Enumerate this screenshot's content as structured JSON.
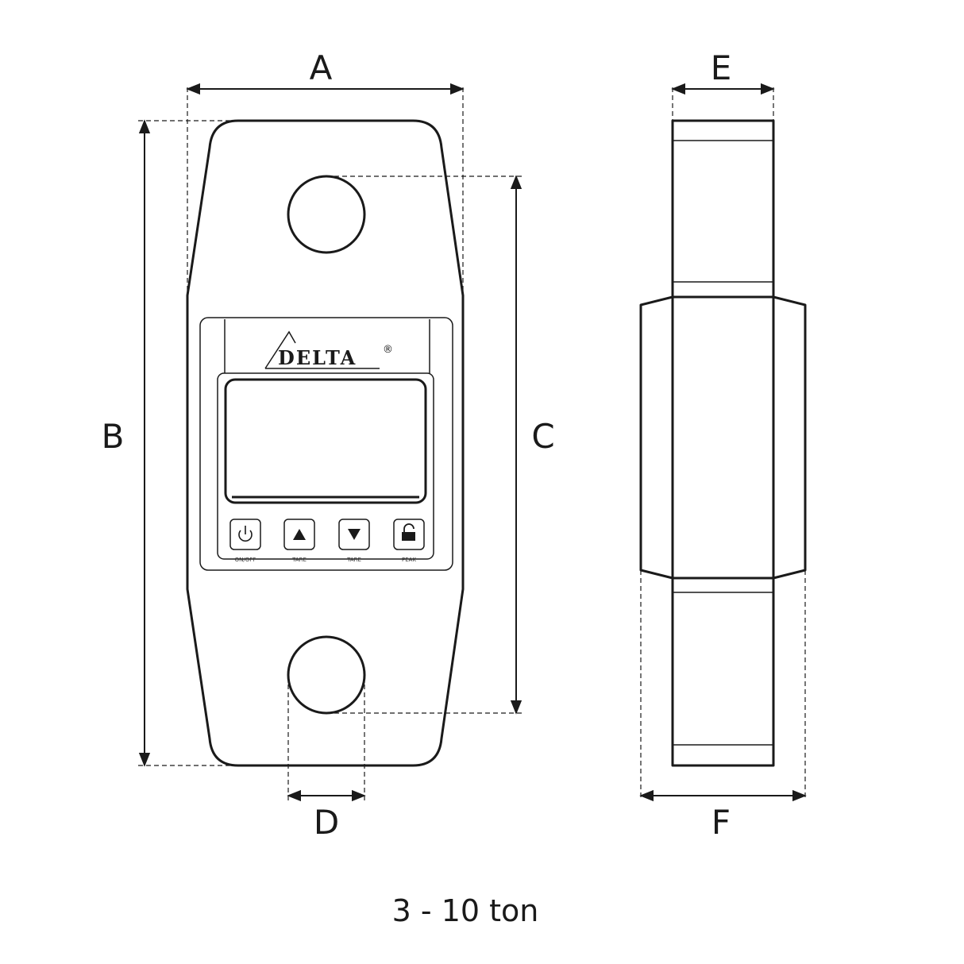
{
  "labels": {
    "a": "A",
    "b": "B",
    "c": "C",
    "d": "D",
    "e": "E",
    "f": "F"
  },
  "caption": "3 - 10 ton",
  "device": {
    "brand": "DELTA",
    "registered": "®",
    "buttons": [
      {
        "icon": "power-icon",
        "label": "ON/OFF"
      },
      {
        "icon": "arrow-up-icon",
        "label": "TARE"
      },
      {
        "icon": "arrow-down-icon",
        "label": "TARE"
      },
      {
        "icon": "lock-icon",
        "label": "PEAK"
      }
    ]
  },
  "colors": {
    "line": "#1a1a1a",
    "background": "#ffffff"
  }
}
